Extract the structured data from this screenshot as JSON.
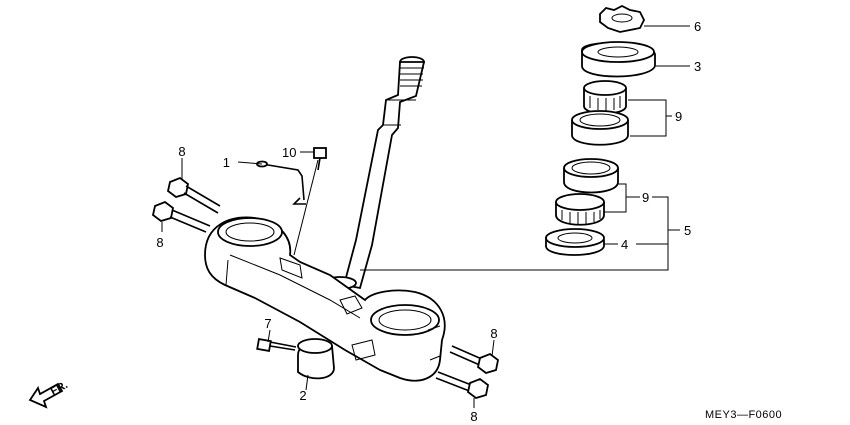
{
  "diagram_code": "MEY3—F0600",
  "direction_label": "FR.",
  "callouts": [
    {
      "id": "c1",
      "label": "1"
    },
    {
      "id": "c2",
      "label": "2"
    },
    {
      "id": "c3",
      "label": "3"
    },
    {
      "id": "c4",
      "label": "4"
    },
    {
      "id": "c5",
      "label": "5"
    },
    {
      "id": "c6",
      "label": "6"
    },
    {
      "id": "c7",
      "label": "7"
    },
    {
      "id": "c8a",
      "label": "8"
    },
    {
      "id": "c8b",
      "label": "8"
    },
    {
      "id": "c8c",
      "label": "8"
    },
    {
      "id": "c8d",
      "label": "8"
    },
    {
      "id": "c9a",
      "label": "9"
    },
    {
      "id": "c9b",
      "label": "9"
    },
    {
      "id": "c10",
      "label": "10"
    }
  ]
}
